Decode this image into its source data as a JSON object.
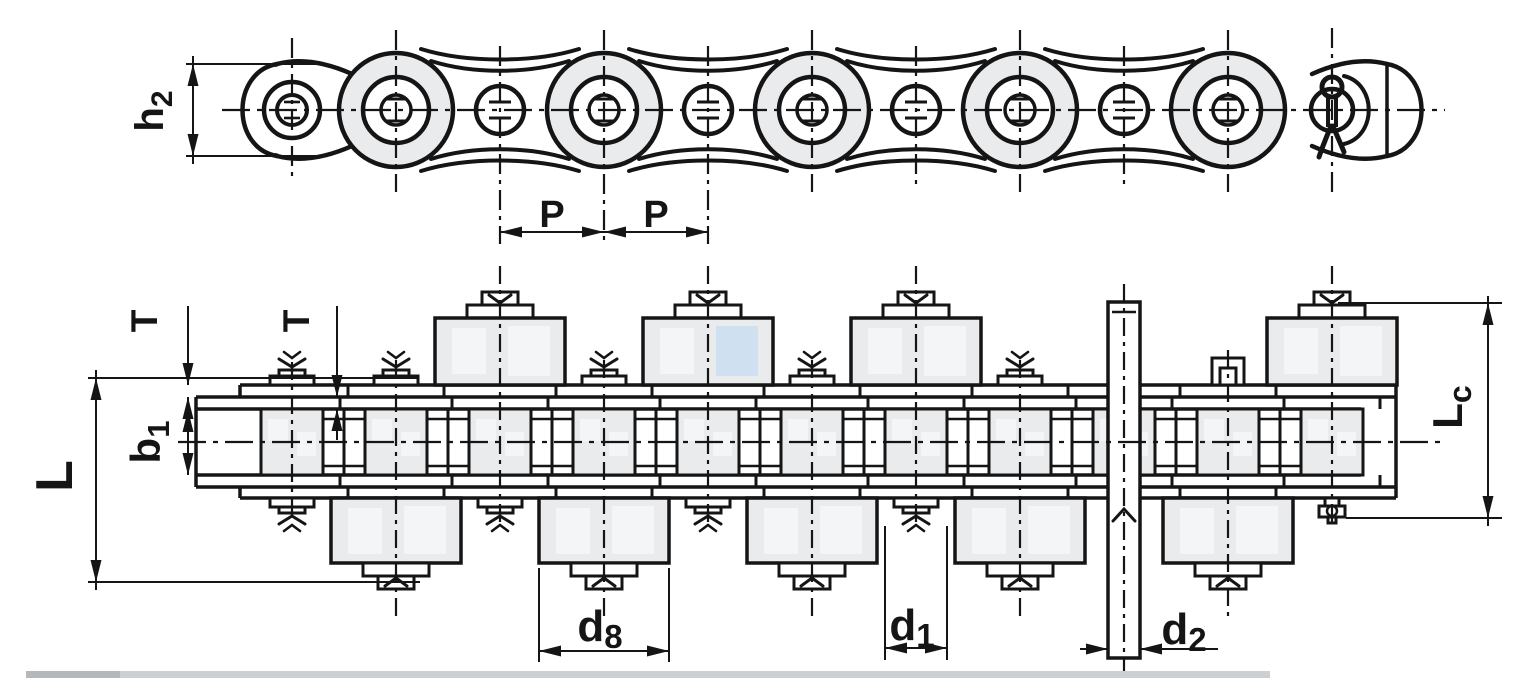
{
  "labels": {
    "h2": {
      "base": "h",
      "sub": "2"
    },
    "p1": {
      "text": "P"
    },
    "p2": {
      "text": "P"
    },
    "t1": {
      "text": "T"
    },
    "t2": {
      "text": "T"
    },
    "b1": {
      "base": "b",
      "sub": "1"
    },
    "l": {
      "text": "L"
    },
    "lc": {
      "base": "L",
      "sub": "c"
    },
    "d8": {
      "base": "d",
      "sub": "8"
    },
    "d1": {
      "base": "d",
      "sub": "1"
    },
    "d2": {
      "base": "d",
      "sub": "2"
    }
  },
  "colors": {
    "line": "#151515",
    "roller_fill": "#e9ebed",
    "roller_highlight": "#f4f5f6",
    "blue_tint": "#cfe0f1",
    "background": "#ffffff",
    "bottom_bar": "#ccd0d3",
    "bottom_bar_dark": "#b4b8bb"
  }
}
